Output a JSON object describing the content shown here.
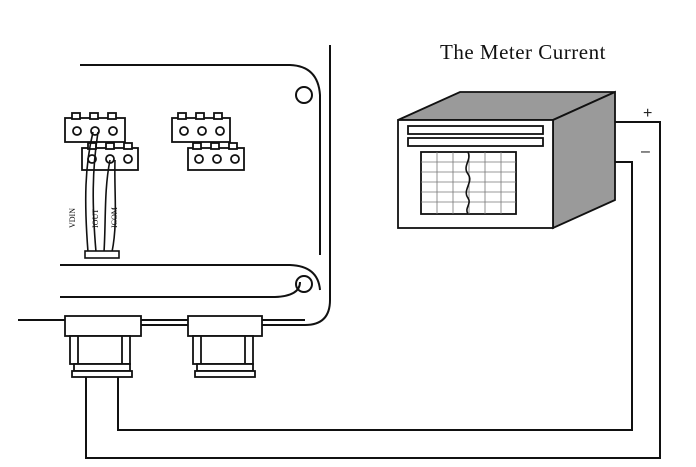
{
  "diagram": {
    "title": "The Meter Current",
    "meter": {
      "plus_sign": "+",
      "minus_sign": "–"
    },
    "terminal_labels": {
      "vdin": "VDIN",
      "iout": "IOUT",
      "icom": "ICOM"
    },
    "icons": {
      "meter": "chart-recorder-meter-icon",
      "terminal_block": "screw-terminal-block-icon",
      "cable_gland": "cable-gland-icon",
      "mounting_hole": "mounting-hole-icon"
    }
  }
}
